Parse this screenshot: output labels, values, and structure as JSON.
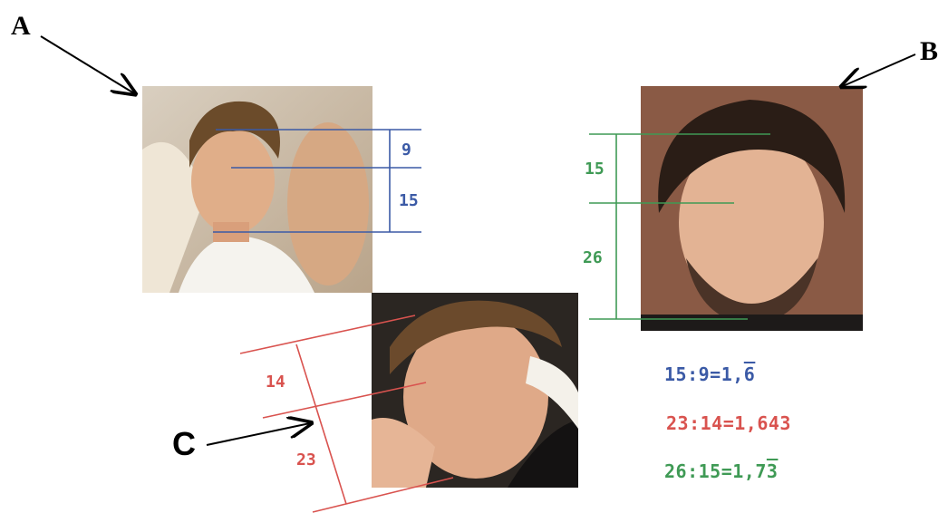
{
  "letters": {
    "a": "A",
    "b": "B",
    "c": "C"
  },
  "face_a": {
    "upper": "9",
    "lower": "15"
  },
  "face_b": {
    "upper": "15",
    "lower": "26"
  },
  "face_c": {
    "upper": "14",
    "lower": "23"
  },
  "equations": {
    "blue": {
      "prefix": "15:9=1,",
      "repeat": "6"
    },
    "red": {
      "text": "23:14=1,643"
    },
    "green": {
      "prefix": "26:15=1,7",
      "repeat": "3"
    }
  },
  "colors": {
    "blue": "#3b5aa6",
    "red": "#d9534f",
    "green": "#3f9a55"
  }
}
